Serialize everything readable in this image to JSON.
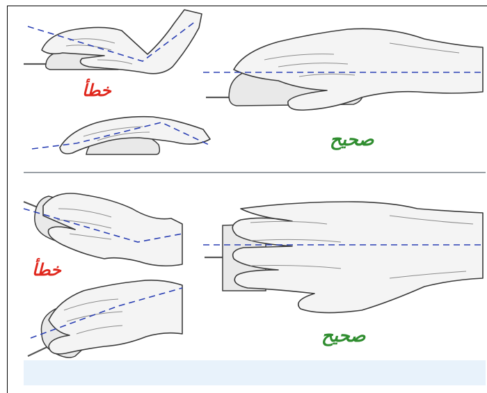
{
  "labels": {
    "top_wrong": "خطأ",
    "top_correct": "صحيح",
    "bottom_wrong": "خطأ",
    "bottom_correct": "صحيح"
  },
  "colors": {
    "wrong": "#e0281e",
    "correct": "#2f8d2f",
    "guide_line": "#2a3fb3",
    "outline": "#333333"
  }
}
